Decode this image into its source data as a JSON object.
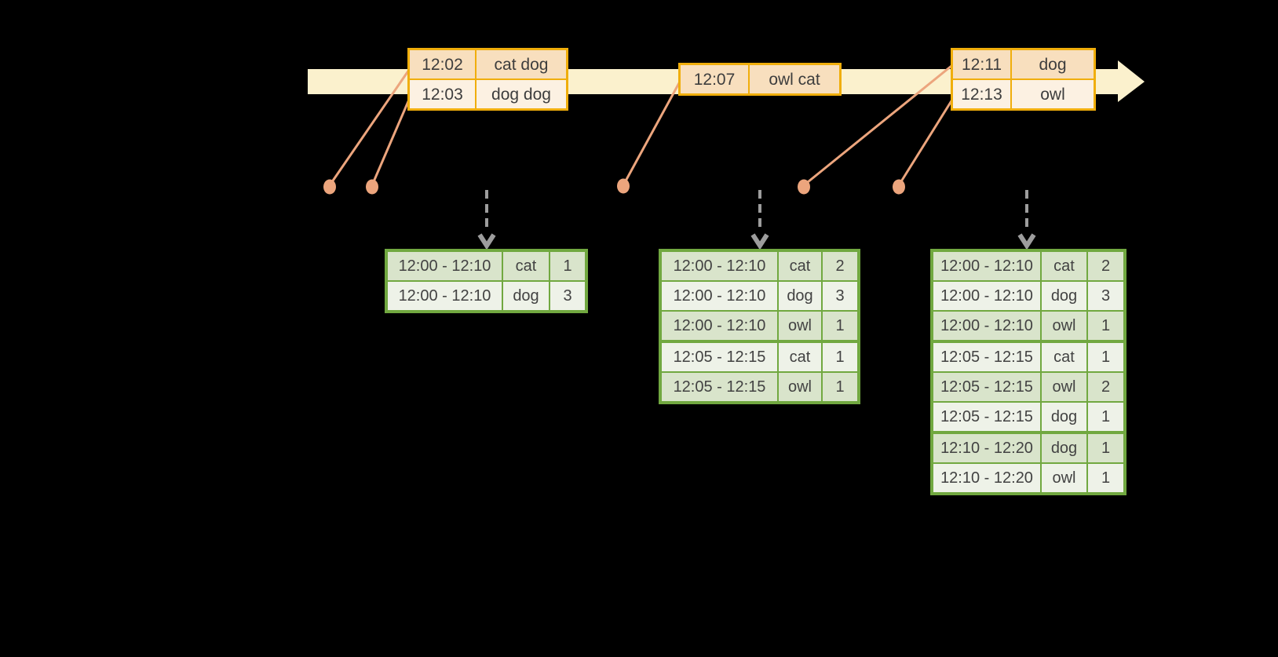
{
  "timeline": {
    "events_a": [
      {
        "time": "12:02",
        "words": "cat dog"
      },
      {
        "time": "12:03",
        "words": "dog dog"
      }
    ],
    "events_b": [
      {
        "time": "12:07",
        "words": "owl cat"
      }
    ],
    "events_c": [
      {
        "time": "12:11",
        "words": "dog"
      },
      {
        "time": "12:13",
        "words": "owl"
      }
    ]
  },
  "results": {
    "table1": {
      "rows": [
        {
          "window": "12:00 - 12:10",
          "word": "cat",
          "count": "1"
        },
        {
          "window": "12:00 - 12:10",
          "word": "dog",
          "count": "3"
        }
      ]
    },
    "table2": {
      "rows": [
        {
          "window": "12:00 - 12:10",
          "word": "cat",
          "count": "2"
        },
        {
          "window": "12:00 - 12:10",
          "word": "dog",
          "count": "3"
        },
        {
          "window": "12:00 - 12:10",
          "word": "owl",
          "count": "1"
        },
        {
          "window": "12:05 - 12:15",
          "word": "cat",
          "count": "1"
        },
        {
          "window": "12:05 - 12:15",
          "word": "owl",
          "count": "1"
        }
      ]
    },
    "table3": {
      "rows": [
        {
          "window": "12:00 - 12:10",
          "word": "cat",
          "count": "2"
        },
        {
          "window": "12:00 - 12:10",
          "word": "dog",
          "count": "3"
        },
        {
          "window": "12:00 - 12:10",
          "word": "owl",
          "count": "1"
        },
        {
          "window": "12:05 - 12:15",
          "word": "cat",
          "count": "1"
        },
        {
          "window": "12:05 - 12:15",
          "word": "owl",
          "count": "2"
        },
        {
          "window": "12:05 - 12:15",
          "word": "dog",
          "count": "1"
        },
        {
          "window": "12:10 - 12:20",
          "word": "dog",
          "count": "1"
        },
        {
          "window": "12:10 - 12:20",
          "word": "owl",
          "count": "1"
        }
      ]
    }
  },
  "colors": {
    "background": "#000000",
    "timeline_fill": "#FBF1CD",
    "event_border": "#F0AE0C",
    "event_row_dark": "#F8DFBE",
    "event_row_light": "#FCF1E2",
    "connector": "#ECA57D",
    "trigger_arrow": "#9D9D9D",
    "result_border": "#71A840",
    "result_row_dark": "#D9E4CB",
    "result_row_light": "#EEF2E8",
    "text": "#3D3D3D"
  }
}
